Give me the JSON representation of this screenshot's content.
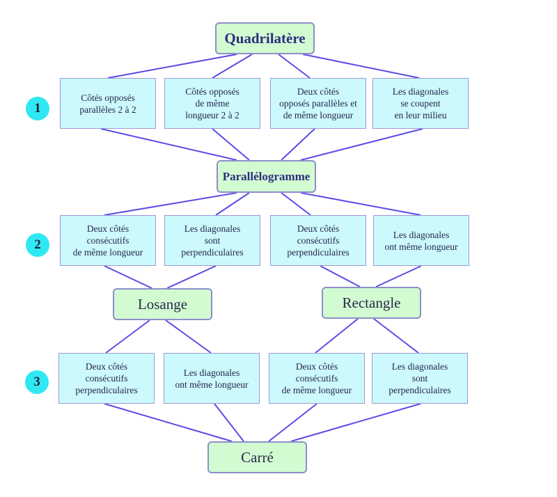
{
  "title_node": "Quadrilatère",
  "nodes": {
    "quadrilatere": "Quadrilatère",
    "parallelogramme": "Parallélogramme",
    "losange": "Losange",
    "rectangle": "Rectangle",
    "carre": "Carré"
  },
  "steps": [
    "1",
    "2",
    "3"
  ],
  "row1": [
    "Côtés opposés\nparallèles  2 à 2",
    "Côtés opposés\nde même\nlongueur  2 à 2",
    "Deux côtés\nopposés parallèles et\nde même longueur",
    "Les diagonales\nse coupent\nen leur milieu"
  ],
  "row2": [
    "Deux côtés\nconsécutifs\nde même longueur",
    "Les diagonales\nsont\nperpendiculaires",
    "Deux côtés\nconsécutifs\nperpendiculaires",
    "Les diagonales\nont même longueur"
  ],
  "row3": [
    "Deux côtés\nconsécutifs\nperpendiculaires",
    "Les diagonales\nont même longueur",
    "Deux côtés\nconsécutifs\nde même longueur",
    "Les diagonales\nsont\nperpendiculaires"
  ],
  "colors": {
    "node_fill": "#d2fbd2",
    "property_fill": "#ccf9fb",
    "step_circle": "#2fe8f2",
    "connector": "#5b4be6",
    "node_text": "#2f2f7e"
  }
}
